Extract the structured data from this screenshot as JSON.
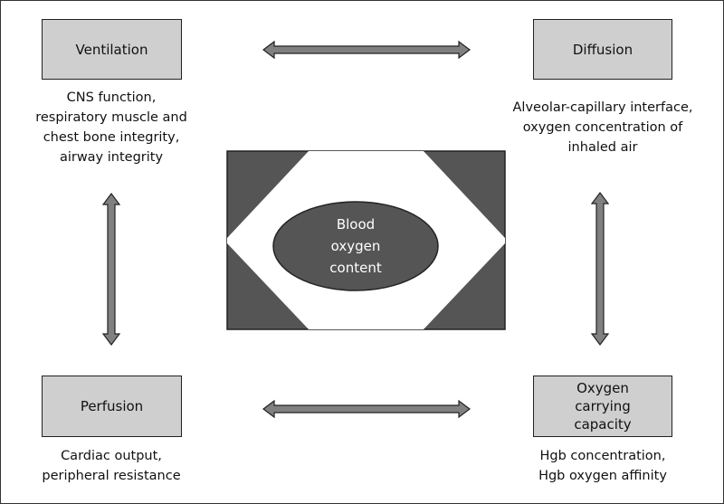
{
  "diagram": {
    "center": {
      "label": "Blood\noxygen\ncontent"
    },
    "ventilation": {
      "title": "Ventilation",
      "description": "CNS function,\nrespiratory muscle and\nchest bone integrity,\nairway integrity"
    },
    "diffusion": {
      "title": "Diffusion",
      "description": "Alveolar-capillary interface,\noxygen concentration of\ninhaled air"
    },
    "perfusion": {
      "title": "Perfusion",
      "description": "Cardiac output,\nperipheral resistance"
    },
    "oxygen_carrying": {
      "title": "Oxygen\ncarrying\ncapacity",
      "description": "Hgb concentration,\nHgb oxygen affinity"
    }
  },
  "colors": {
    "box_fill": "#cfcfcf",
    "center_dark": "#555555",
    "arrow_fill": "#808080",
    "outline": "#222222"
  }
}
